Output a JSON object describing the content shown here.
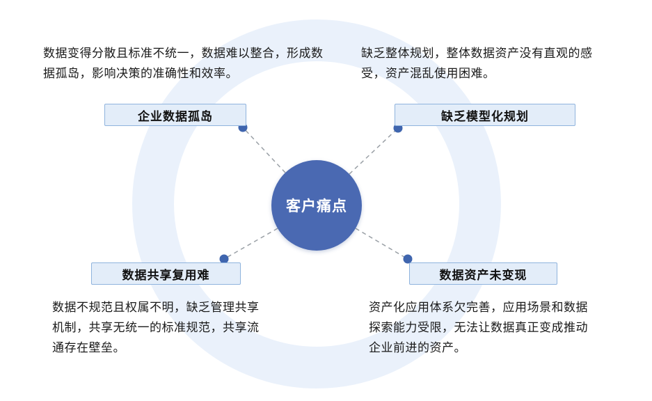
{
  "center": {
    "label": "客户痛点"
  },
  "quadrants": [
    {
      "position": "top-left",
      "title": "企业数据孤岛",
      "description": "数据变得分散且标准不统一，数据难以整合，形成数据孤岛，影响决策的准确性和效率。"
    },
    {
      "position": "top-right",
      "title": "缺乏模型化规划",
      "description": "缺乏整体规划，整体数据资产没有直观的感受，资产混乱使用困难。"
    },
    {
      "position": "bottom-left",
      "title": "数据共享复用难",
      "description": "数据不规范且权属不明，缺乏管理共享机制，共享无统一的标准规范，共享流通存在壁垒。"
    },
    {
      "position": "bottom-right",
      "title": "数据资产未变现",
      "description": "资产化应用体系欠完善，应用场景和数据探索能力受限，无法让数据真正变成推动企业前进的资产。"
    }
  ],
  "colors": {
    "center_circle": "#4a69b2",
    "background_ring": "#eaf1fb",
    "box_background": "#e3edf9",
    "box_border": "#8fb3dd",
    "connector_dot": "#3f65ae",
    "connector_dash": "#9aa0a6",
    "text": "#1a1a1a"
  }
}
